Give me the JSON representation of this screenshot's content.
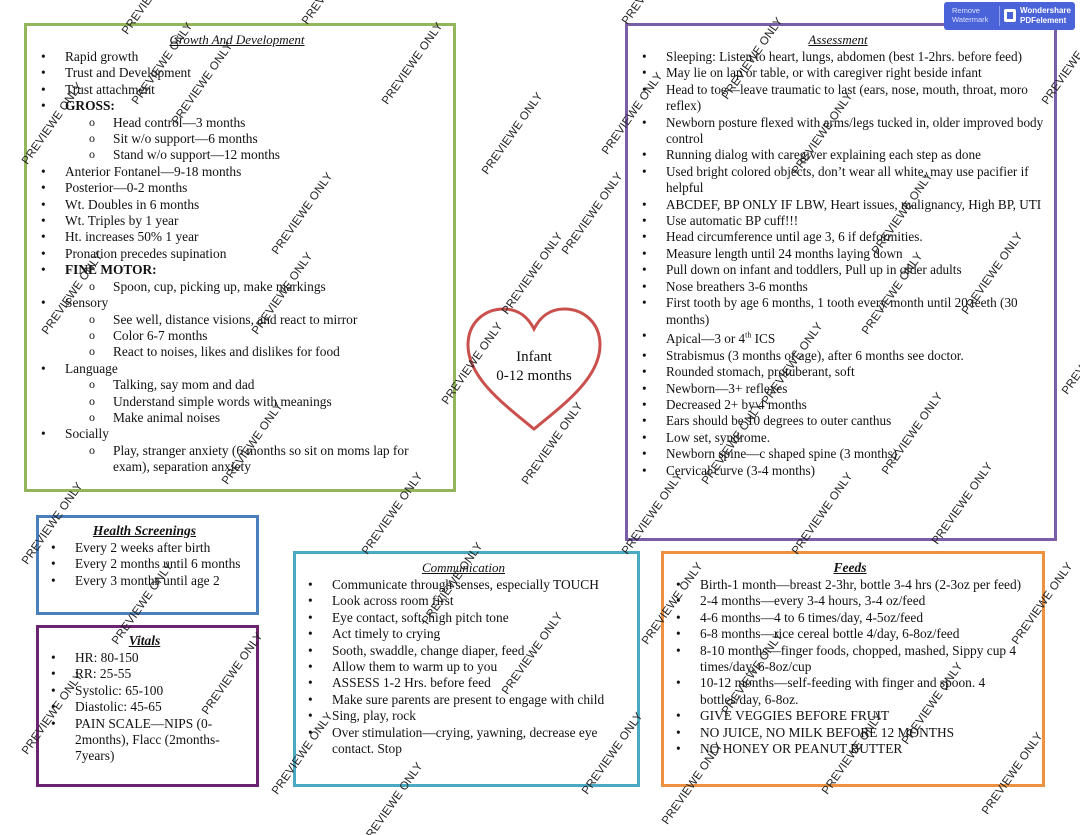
{
  "badge": {
    "remove_label": "Remove Watermark",
    "brand_line1": "Wondershare",
    "brand_line2": "PDFelement"
  },
  "watermark_text": "PREVIEWE ONLY",
  "center": {
    "title": "Infant",
    "subtitle": "0-12 months",
    "heart_color": "#c9504c"
  },
  "growth": {
    "title": "Growth And Development",
    "items": [
      {
        "text": "Rapid growth"
      },
      {
        "text": "Trust and Development"
      },
      {
        "text": "Trust attachment"
      },
      {
        "text": "GROSS:",
        "bold": true,
        "sub": [
          "Head control—3 months",
          "Sit w/o support—6 months",
          "Stand w/o support—12 months"
        ]
      },
      {
        "text": "Anterior Fontanel—9-18 months"
      },
      {
        "text": "Posterior—0-2 months"
      },
      {
        "text": "Wt. Doubles in 6 months"
      },
      {
        "text": "Wt. Triples by 1 year"
      },
      {
        "text": "Ht. increases 50% 1 year"
      },
      {
        "text": "Pronation precedes supination"
      },
      {
        "text": "FINE MOTOR:",
        "bold": true,
        "sub": [
          "Spoon, cup, picking up, make markings"
        ]
      },
      {
        "text": "Sensory",
        "sub": [
          "See well, distance visions, and react to mirror",
          "Color 6-7 months",
          "React to noises, likes and dislikes for food"
        ]
      },
      {
        "text": "Language",
        "sub": [
          "Talking, say mom and dad",
          "Understand simple words with meanings",
          "Make animal noises"
        ]
      },
      {
        "text": "Socially",
        "sub": [
          "Play, stranger anxiety (6 months so sit on moms lap for exam), separation anxiety"
        ]
      }
    ]
  },
  "assessment": {
    "title": "Assessment",
    "items": [
      "Sleeping: Listen to heart, lungs, abdomen (best 1-2hrs. before feed)",
      "May lie on lap or table, or with caregiver right beside infant",
      "Head to toe—leave traumatic to last (ears, nose, mouth, throat, moro reflex)",
      "Newborn posture flexed with arms/legs tucked in, older improved body control",
      "Running dialog with caregiver explaining each step as done",
      "Used bright colored objects, don’t wear all white, may use pacifier if helpful",
      "ABCDEF, BP ONLY IF LBW, Heart issues, malignancy, High BP, UTI",
      "Use automatic BP cuff!!!",
      "Head circumference until age 3, 6 if deformities.",
      "Measure length until 24 months laying down",
      "Pull down on infant and toddlers, Pull up in older adults",
      "Nose breathers 3-6 months",
      "First tooth by age 6 months, 1 tooth every month until 20 teeth (30 months)",
      "Apical—3 or 4th ICS",
      "Strabismus (3 months of age), after 6 months see doctor.",
      "Rounded stomach, protuberant, soft",
      "Newborn—3+ reflexes",
      "Decreased 2+ by 4 months",
      "Ears should be 10 degrees to outer canthus",
      "Low set, syndrome.",
      "Newborn spine—c shaped spine (3 months)",
      "Cervical curve (3-4 months)"
    ]
  },
  "health": {
    "title": "Health Screenings",
    "items": [
      "Every 2 weeks after birth",
      "Every 2 months until 6 months",
      "Every 3 months until age 2"
    ]
  },
  "vitals": {
    "title": "Vitals",
    "items": [
      "HR: 80-150",
      "RR: 25-55",
      "Systolic: 65-100",
      "Diastolic: 45-65",
      "PAIN SCALE—NIPS (0-2months), Flacc (2months-7years)"
    ]
  },
  "communication": {
    "title": "Communication",
    "items": [
      "Communicate through senses, especially TOUCH",
      "Look across room first",
      "Eye contact, soft, high pitch tone",
      "Act timely to crying",
      "Sooth, swaddle, change diaper, feed",
      "Allow them to warm up to you",
      "ASSESS 1-2 Hrs. before feed",
      "Make sure parents are present to engage with child",
      "Sing, play, rock",
      "Over stimulation—crying, yawning, decrease eye contact. Stop"
    ]
  },
  "feeds": {
    "title": "Feeds",
    "items": [
      "Birth-1 month—breast 2-3hr, bottle 3-4 hrs (2-3oz per feed)",
      "2-4 months—every 3-4 hours, 3-4 oz/feed",
      "4-6 months—4 to 6 times/day, 4-5oz/feed",
      "6-8 months—rice cereal bottle 4/day, 6-8oz/feed",
      "8-10 months—finger foods, chopped, mashed, Sippy cup 4 times/day, 6-8oz/cup",
      "10-12 months—self-feeding with finger and spoon. 4 bottles/day, 6-8oz.",
      "GIVE VEGGIES BEFORE FRUIT",
      "NO JUICE, NO MILK BEFORE 12 MONTHS",
      "NO HONEY OR PEANUT BUTTER"
    ]
  }
}
